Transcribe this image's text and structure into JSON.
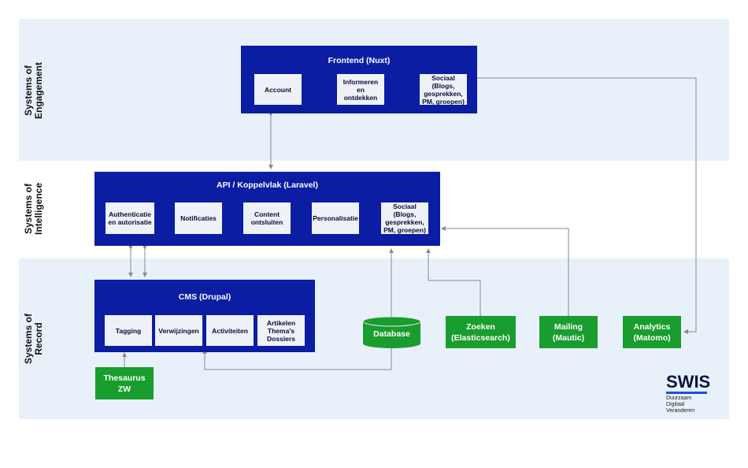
{
  "layers": {
    "engagement": "Systems of\nEngagement",
    "intelligence": "Systems of\nIntelligence",
    "record": "Systems of\nRecord"
  },
  "frontend": {
    "title": "Frontend (Nuxt)",
    "items": [
      "Account",
      "Informeren en\nontdekken",
      "Sociaal\n(Blogs,\ngesprekken,\nPM, groepen)"
    ]
  },
  "api": {
    "title": "API / Koppelvlak (Laravel)",
    "items": [
      "Authenticatie\nen autorisatie",
      "Notificaties",
      "Content\nontsluiten",
      "Personalisatie",
      "Sociaal\n(Blogs,\ngesprekken,\nPM, groepen)"
    ]
  },
  "cms": {
    "title": "CMS (Drupal)",
    "items": [
      "Tagging",
      "Verwijzingen",
      "Activiteiten",
      "Artikelen\nThema's\nDossiers"
    ]
  },
  "services": {
    "thesaurus": "Thesaurus\nZW",
    "database": "Database",
    "zoeken": "Zoeken\n(Elasticsearch)",
    "mailing": "Mailing\n(Mautic)",
    "analytics": "Analytics\n(Matomo)"
  },
  "logo": {
    "wordmark": "SWIS",
    "tagline": "Duurzaam\nDigitaal\nVeranderen"
  },
  "colors": {
    "block": "#0a1da3",
    "green": "#1a9d2f",
    "band": "#e8f1fa",
    "line": "#8a8a8a"
  }
}
